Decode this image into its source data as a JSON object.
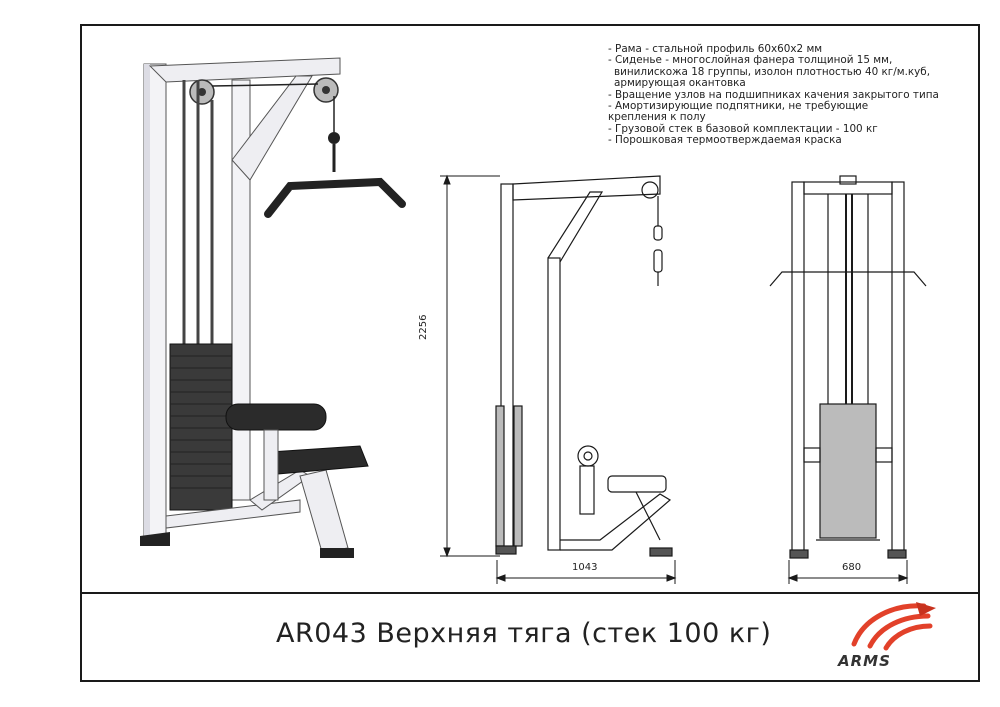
{
  "specs": [
    "- Рама - стальной профиль 60х60х2 мм",
    "- Сиденье - многослойная фанера толщиной 15 мм,",
    "  винилискожа 18 группы, изолон плотностью 40 кг/м.куб,",
    "  армирующая окантовка",
    "- Вращение узлов на подшипниках качения закрытого типа",
    "- Амортизирующие подпятники, не требующие",
    "крепления к полу",
    "- Грузовой стек в базовой комплектации - 100 кг",
    "- Порошковая термоотверждаемая краска"
  ],
  "dimensions": {
    "height": "2256",
    "length": "1043",
    "width": "680"
  },
  "title": "AR043 Верхняя тяга (стек 100 кг)",
  "logo": {
    "text": "ARMS",
    "accent_color": "#e2412a",
    "icon": "arms-swoosh-logo"
  },
  "colors": {
    "frame": "#f2f2f5",
    "stack": "#3a3a3a",
    "line": "#1a1a1a"
  }
}
